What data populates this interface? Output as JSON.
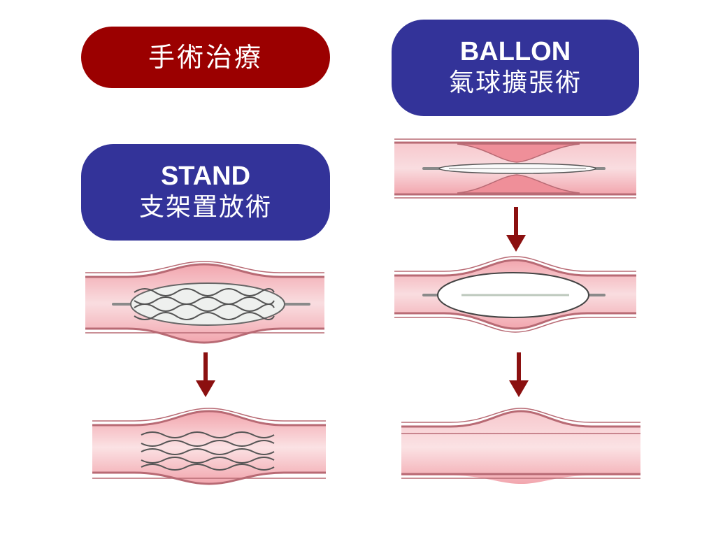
{
  "labels": {
    "surgery": "手術治療",
    "balloon_en": "BALLON",
    "balloon_zh": "氣球擴張術",
    "stent_en": "STAND",
    "stent_zh": "支架置放術"
  },
  "colors": {
    "surgery_pill": "#9b0000",
    "procedure_pill": "#333399",
    "arrow": "#8b1010",
    "vessel_fill": "#f2a6ae",
    "vessel_wall": "#c97780",
    "catheter": "#9a9a9a"
  },
  "icons": [
    "down-arrow-icon",
    "stent-mesh-icon",
    "balloon-catheter-icon"
  ]
}
